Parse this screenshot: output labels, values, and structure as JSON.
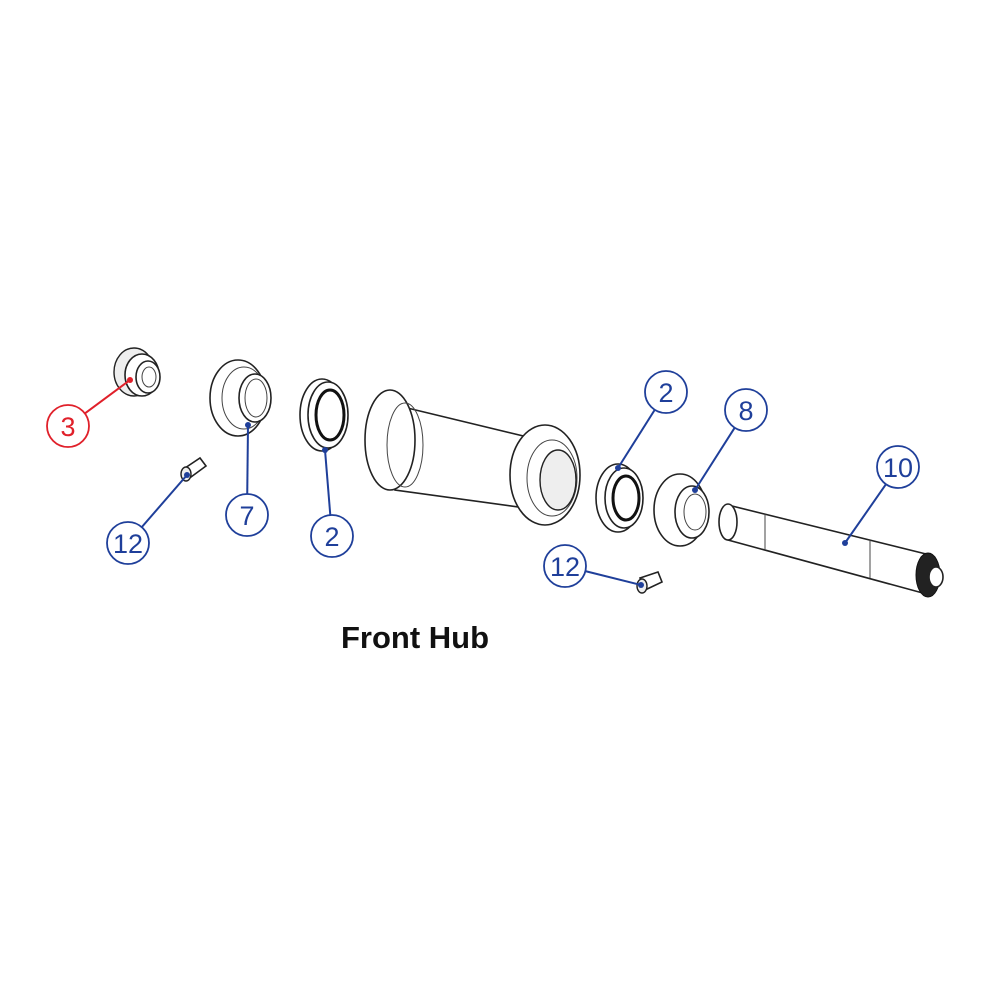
{
  "title": "Front Hub",
  "colors": {
    "highlight": "#e0202a",
    "callout": "#1f3f9a"
  },
  "callouts": [
    {
      "label": "3",
      "part": "end-cap",
      "highlight": true
    },
    {
      "label": "12",
      "part": "bolt-left"
    },
    {
      "label": "7",
      "part": "spacer-cone"
    },
    {
      "label": "2",
      "part": "bearing-left"
    },
    {
      "label": "2",
      "part": "bearing-right"
    },
    {
      "label": "8",
      "part": "bearing-cone"
    },
    {
      "label": "10",
      "part": "axle"
    },
    {
      "label": "12",
      "part": "bolt-right"
    }
  ]
}
